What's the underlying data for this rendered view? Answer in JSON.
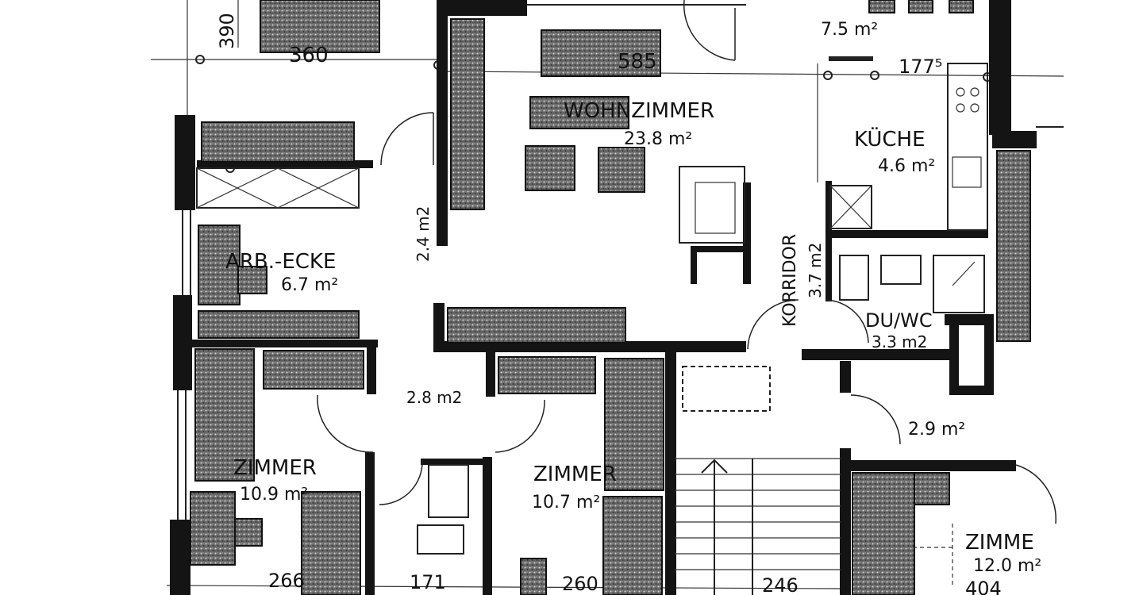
{
  "rooms": {
    "wohnzimmer": {
      "name": "WOHNZIMMER",
      "area": "23.8 m²"
    },
    "kueche": {
      "name": "KÜCHE",
      "area": "4.6 m²"
    },
    "arbecke": {
      "name": "ARB.-ECKE",
      "area": "6.7 m²"
    },
    "korridor": {
      "name": "KORRIDOR",
      "area": "3.7 m2"
    },
    "duwc": {
      "name": "DU/WC",
      "area": "3.3 m2"
    },
    "zimmer_left": {
      "name": "ZIMMER",
      "area": "10.9 m²"
    },
    "zimmer_mid": {
      "name": "ZIMMER",
      "area": "10.7 m²"
    },
    "zimmer_right": {
      "name": "ZIMME",
      "area": "12.0 m²"
    },
    "top_room": {
      "area": "7.5 m²"
    },
    "hall": {
      "area": "2.4 m2"
    },
    "entry": {
      "area": "2.8 m2"
    },
    "side": {
      "area": "2.9 m²"
    }
  },
  "dimensions": {
    "d390": "390",
    "d360": "360",
    "d585": "585",
    "d177": "177⁵",
    "d266": "266",
    "d171": "171",
    "d260": "260",
    "d246": "246",
    "d404": "404"
  }
}
